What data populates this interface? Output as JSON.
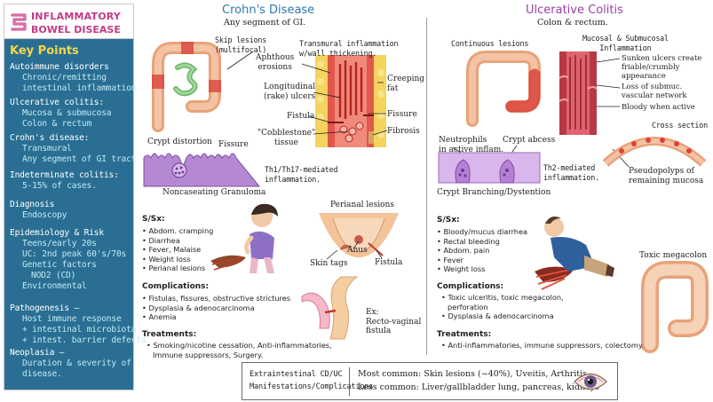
{
  "title": {
    "line1": "INFLAMMATORY",
    "line2": "BOWEL DISEASE"
  },
  "sidebar": {
    "heading": "Key Points",
    "sections": [
      {
        "head": "Autoimmune disorders",
        "lines": [
          "Chronic/remitting",
          "intestinal inflammation."
        ]
      },
      {
        "head": "Ulcerative colitis:",
        "lines": [
          "Mucosa & submucosa",
          "Colon & rectum"
        ]
      },
      {
        "head": "Crohn's disease:",
        "lines": [
          "Transmural",
          "Any segment of GI tract"
        ]
      },
      {
        "head": "Indeterminate colitis:",
        "lines": [
          "5-15% of cases."
        ]
      },
      {
        "head": "Diagnosis",
        "lines": [
          "Endoscopy"
        ]
      },
      {
        "head": "Epidemiology & Risk",
        "lines": [
          "Teens/early 20s",
          "UC: 2nd peak 60's/70s",
          "Genetic factors",
          "NOD2 (CD)",
          "Environmental"
        ]
      },
      {
        "head": "Pathogenesis —",
        "lines": [
          "Host immune response",
          "+ intestinal microbiota",
          "+ intest. barrier defects"
        ]
      },
      {
        "head": "Neoplasia —",
        "lines": [
          "Duration & severity of",
          "disease."
        ]
      }
    ]
  },
  "crohn": {
    "title": "Crohn's Disease",
    "subtitle": "Any segment of GI.",
    "skip_lesions": [
      "Skip lesions",
      "(multifocal)"
    ],
    "transmural": [
      "Transmural inflammation",
      "w/wall thickening."
    ],
    "aphthous": [
      "Aphthous",
      "erosions"
    ],
    "creeping_fat": [
      "Creeping",
      "fat"
    ],
    "linear_ulcers": [
      "Longitudinal",
      "(rake) ulcers"
    ],
    "fistula": "Fistula",
    "fissure": "Fissure",
    "cobblestone": [
      "\"Cobblestone\"",
      "tissue"
    ],
    "fibrosis": "Fibrosis",
    "crypt_distortion": "Crypt distortion",
    "fissure2": "Fissure",
    "granuloma": "Noncaseating Granuloma",
    "th": [
      "Th1/Th17-mediated",
      "inflammation."
    ],
    "sx_head": "S/Sx:",
    "sx": [
      "Abdom. cramping",
      "Diarrhea",
      "Fever, Malaise",
      "Weight loss",
      "Perianal lesions"
    ],
    "perianal": "Perianal lesions",
    "anus": "Anus",
    "skin_tags": "Skin tags",
    "fistula2": "Fistula",
    "comp_head": "Complications:",
    "comp": [
      "Fistulas, fissures, obstructive strictures",
      "Dysplasia & adenocarcinoma",
      "Anemia"
    ],
    "ex": [
      "Ex:",
      "Recto-vaginal",
      "fistula"
    ],
    "tx_head": "Treatments:",
    "tx": [
      "Smoking/nicotine cessation, Anti-inflammatories,",
      "Immune suppressors, Surgery."
    ]
  },
  "uc": {
    "title": "Ulcerative Colitis",
    "subtitle": "Colon & rectum.",
    "continuous": "Continuous lesions",
    "mucosal": [
      "Mucosal & Submucosal",
      "Inflammation"
    ],
    "sunken": [
      "Sunken ulcers create",
      "friable/crumbly",
      "appearance"
    ],
    "loss": [
      "Loss of submuc.",
      "vascular network"
    ],
    "bloody": "Bloody when active",
    "neutrophils": [
      "Neutrophils",
      "in active inflam."
    ],
    "crypt_abscess": "Crypt abcess",
    "th": [
      "Th2-mediated",
      "inflammation."
    ],
    "crypt_branch": "Crypt Branching/Dystention",
    "cross_section": "Cross section",
    "pseudopolyps": [
      "Pseudopolyps of",
      "remaining mucosa"
    ],
    "sx_head": "S/Sx:",
    "sx": [
      "Bloody/mucus diarrhea",
      "Rectal bleeding",
      "Abdom. pain",
      "Fever",
      "Weight loss"
    ],
    "megacolon": "Toxic megacolon",
    "comp_head": "Complications:",
    "comp": [
      "Toxic ulceritis, toxic megacolon,",
      "perforation",
      "Dysplasia & adenocarcinoma"
    ],
    "comp_bullets": [
      true,
      false,
      true
    ],
    "tx_head": "Treatments:",
    "tx": [
      "Anti-inflammatories, immune suppressors, colectomy."
    ]
  },
  "extraintestinal": {
    "label1": "Extraintestinal CD/UC",
    "label2": "Manifestations/Complications",
    "common": "Most common: Skin lesions (~40%), Uveitis, Arthritis",
    "less": "Less common: Liver/gallbladder lung, pancreas, kidneys"
  }
}
